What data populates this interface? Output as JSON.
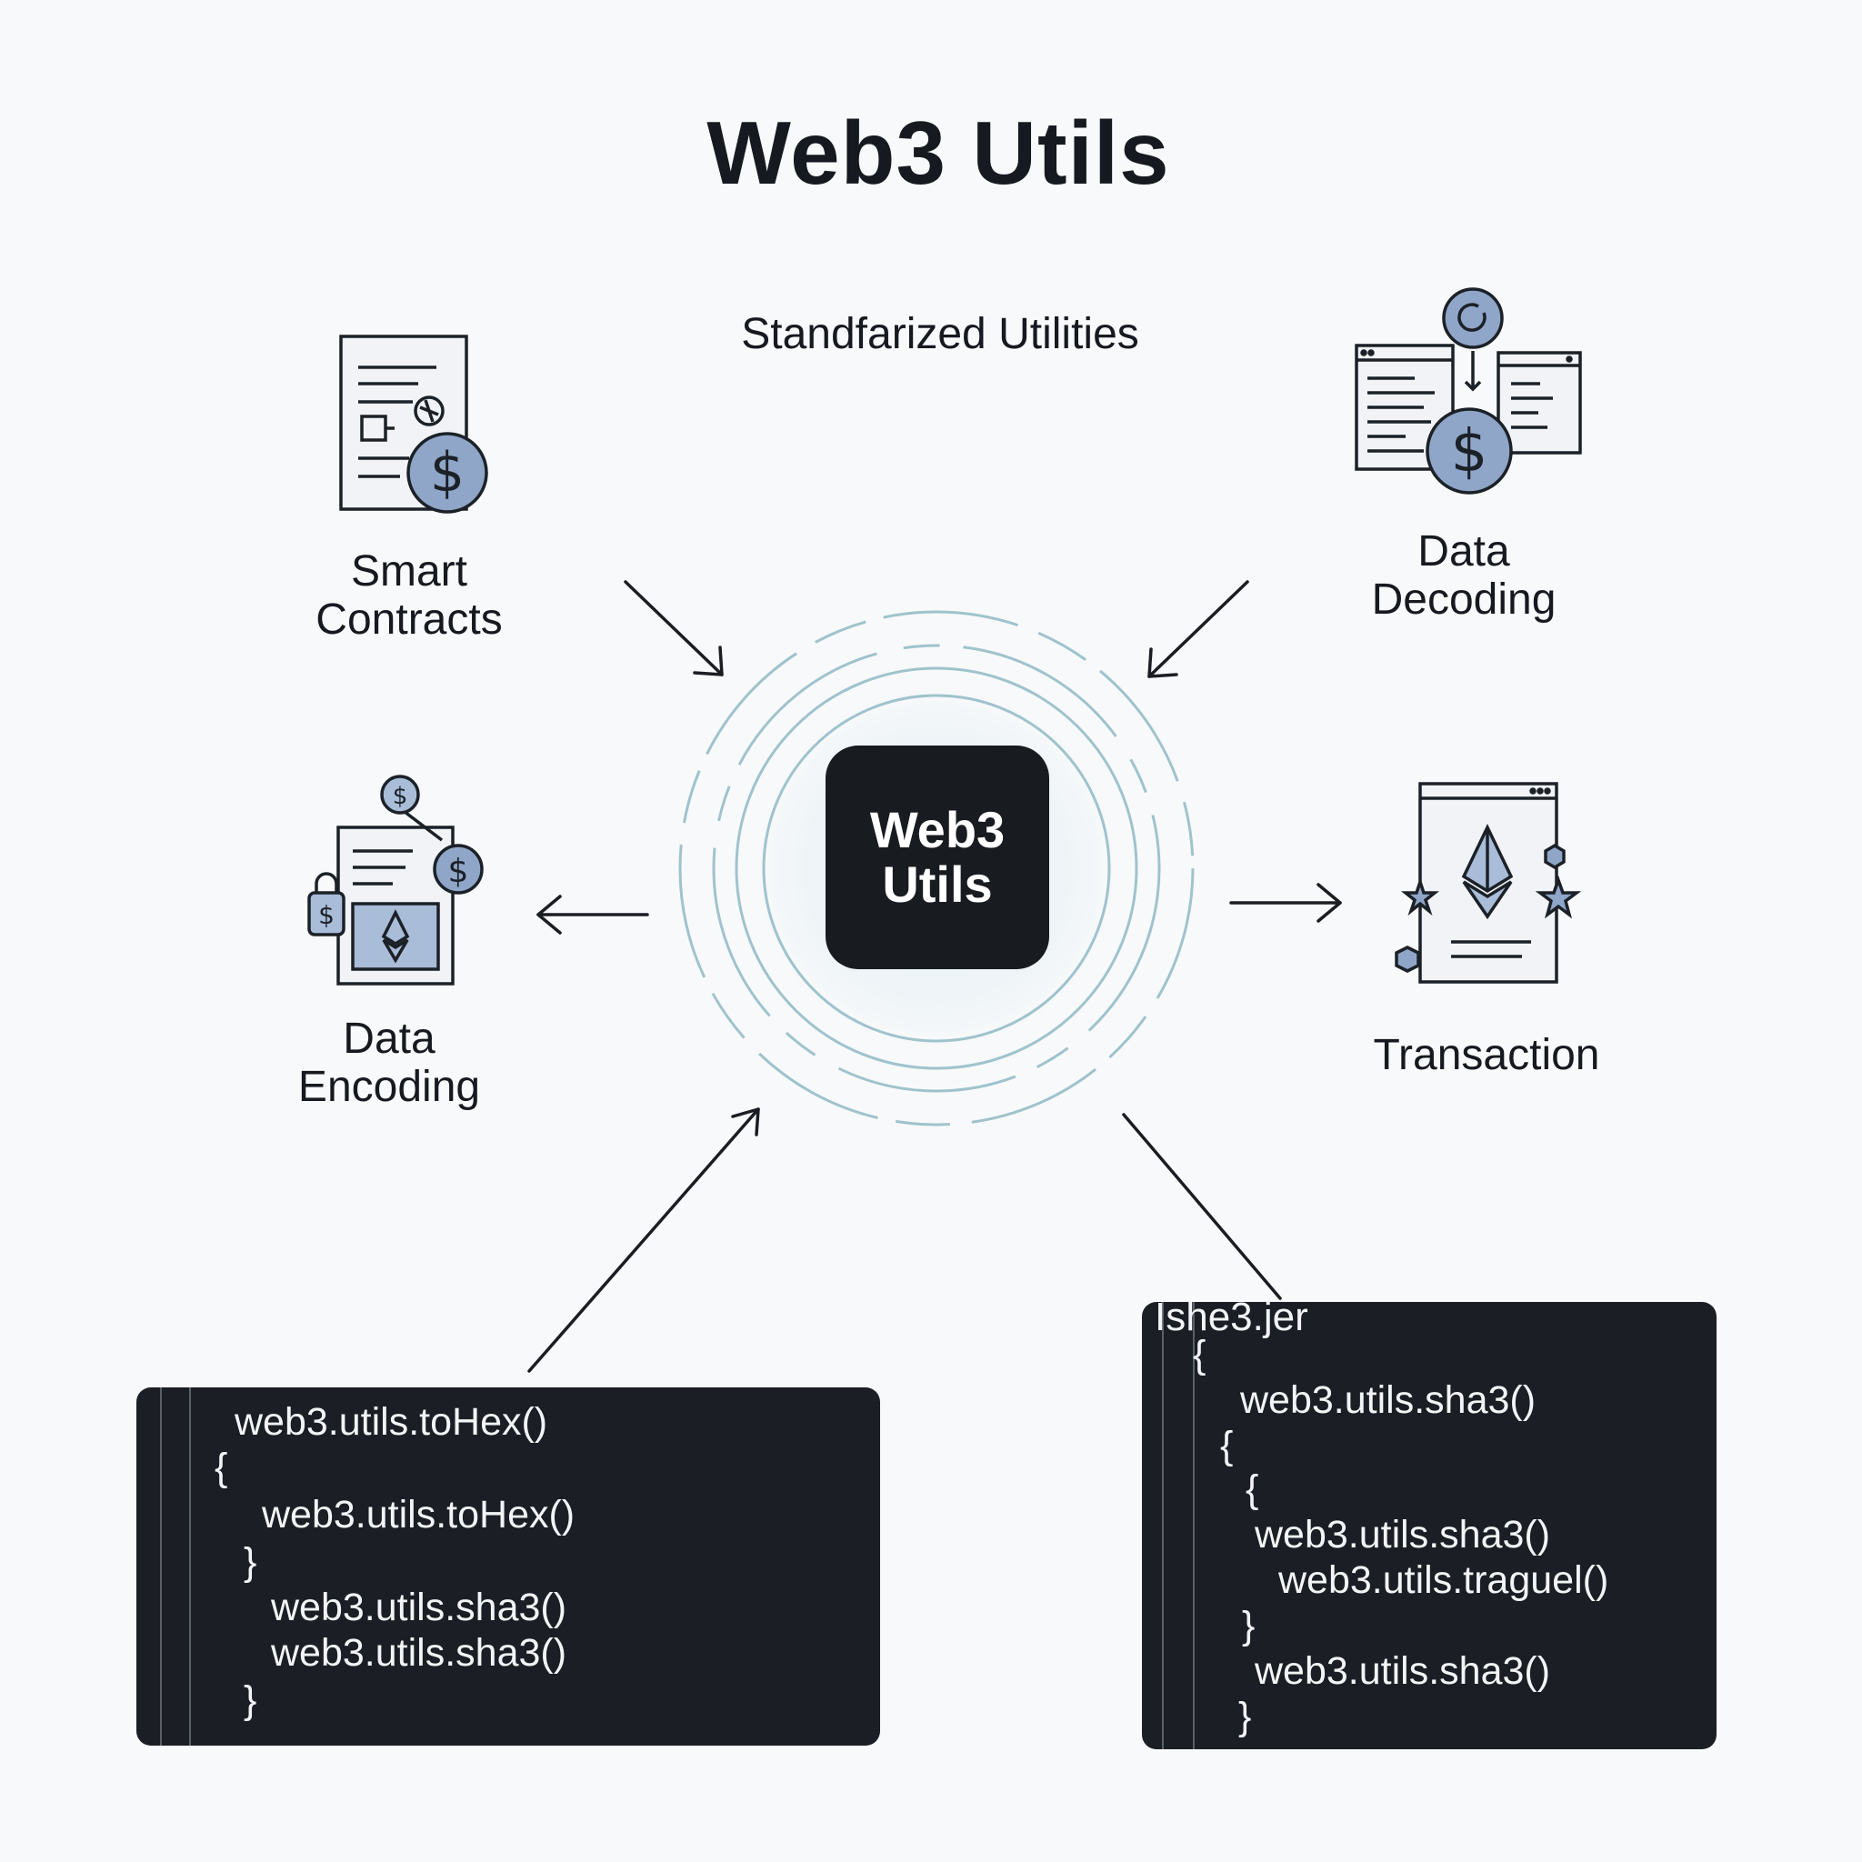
{
  "title": "Web3 Utils",
  "subtitle": "Standfarized Utilities",
  "hub": {
    "label": "Web3\nUtils"
  },
  "nodes": [
    {
      "id": "smart-contracts",
      "label": "Smart\nContracts",
      "icon": "contract-dollar-icon"
    },
    {
      "id": "data-decoding",
      "label": "Data\nDecoding",
      "icon": "windows-dollar-icon"
    },
    {
      "id": "data-encoding",
      "label": "Data\nEncoding",
      "icon": "document-ethereum-icon"
    },
    {
      "id": "transaction",
      "label": "Transaction",
      "icon": "browser-ethereum-icon"
    }
  ],
  "code_left": {
    "lines": [
      "web3.utils.toHex()",
      "{",
      "web3.utils.toHex()",
      "}",
      "web3.utils.sha3()",
      "web3.utils.sha3()",
      "}"
    ]
  },
  "code_right": {
    "lines": [
      "Ishe3.jer",
      "{",
      "web3.utils.sha3()",
      "{",
      "{",
      "web3.utils.sha3()",
      "web3.utils.traguel()",
      "}",
      "web3.utils.sha3()",
      "}"
    ]
  },
  "colors": {
    "accent": "#8fa6c8",
    "ink": "#161a20",
    "hub_fill": "#181b20",
    "ring": "#9fc3cd",
    "code_bg": "#1b1e24"
  }
}
